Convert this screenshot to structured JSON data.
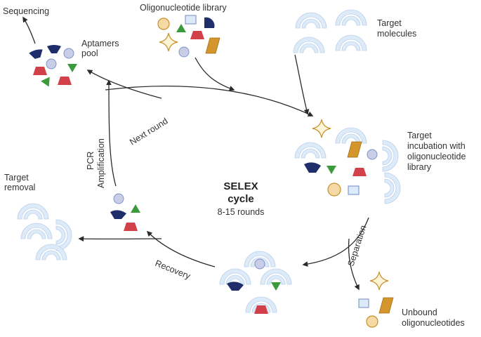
{
  "labels": {
    "sequencing": "Sequencing",
    "aptamers_pool": [
      "Aptamers",
      "pool"
    ],
    "oligo_library": "Oligonucleotide library",
    "target_molecules": [
      "Target",
      "molecules"
    ],
    "target_incubation": [
      "Target",
      "incubation with",
      "oligonucleotide",
      "library"
    ],
    "next_round": "Next round",
    "pcr_amplification": [
      "PCR",
      "Amplification"
    ],
    "target_removal": [
      "Target",
      "removal"
    ],
    "recovery": "Recovery",
    "separation": "Separation",
    "unbound": [
      "Unbound",
      "oligonucleotides"
    ]
  },
  "center": {
    "title_line1": "SELEX",
    "title_line2": "cycle",
    "subtitle": "8-15 rounds"
  },
  "colors": {
    "navy": "#1f2d6b",
    "red": "#d2404a",
    "green": "#3a9a3c",
    "lavender": "#c9cde8",
    "blue_outline": "#7a93c8",
    "gold": "#c4902b",
    "light_gold": "#f6d9a4",
    "target_fill": "#ddeaf8",
    "arrow": "#2b2b2b"
  }
}
